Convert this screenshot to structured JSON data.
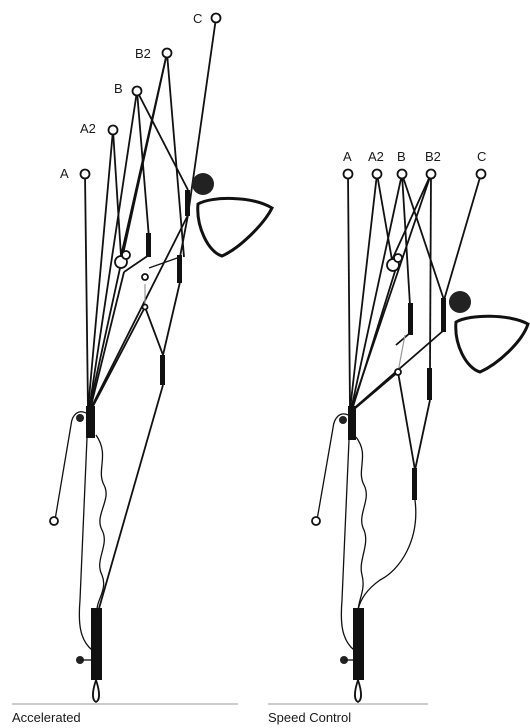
{
  "diagrams": [
    {
      "caption": "Accelerated",
      "riser_labels": [
        "A",
        "A2",
        "B",
        "B2",
        "C"
      ]
    },
    {
      "caption": "Speed Control",
      "riser_labels": [
        "A",
        "A2",
        "B",
        "B2",
        "C"
      ]
    }
  ],
  "colors": {
    "ink": "#111111",
    "background": "#ffffff",
    "ring_grey": "#999999"
  }
}
